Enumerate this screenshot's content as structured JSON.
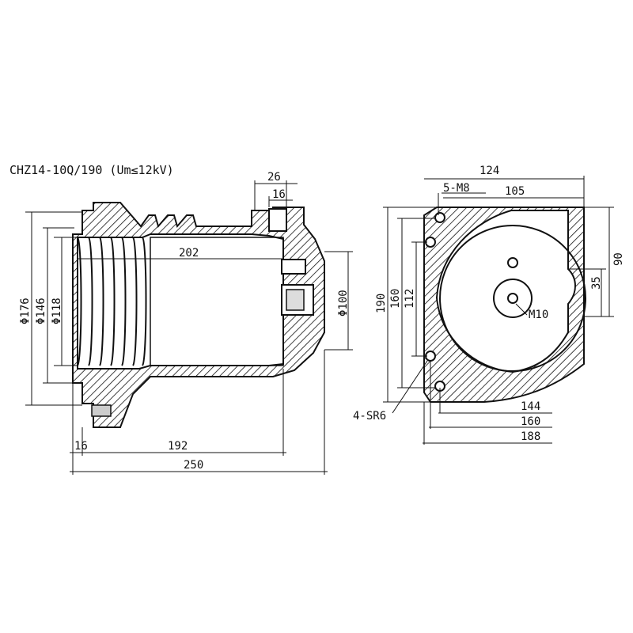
{
  "title": "CHZ14-10Q/190 (Um≤12kV)",
  "side_view": {
    "dims": {
      "top_26": "26",
      "top_16": "16",
      "inner_202": "202",
      "dia_176": "Φ176",
      "dia_146": "Φ146",
      "dia_118": "Φ118",
      "dia_100": "Φ100",
      "bottom_16": "16",
      "bottom_192": "192",
      "bottom_250": "250"
    }
  },
  "front_view": {
    "dims": {
      "top_124": "124",
      "label_5m8": "5-M8",
      "top_105": "105",
      "right_90": "90",
      "right_35": "35",
      "left_190": "190",
      "left_160": "160",
      "left_112": "112",
      "center_m10": "M10",
      "label_4sr6": "4-SR6",
      "bottom_144": "144",
      "bottom_160": "160",
      "bottom_188": "188"
    }
  }
}
